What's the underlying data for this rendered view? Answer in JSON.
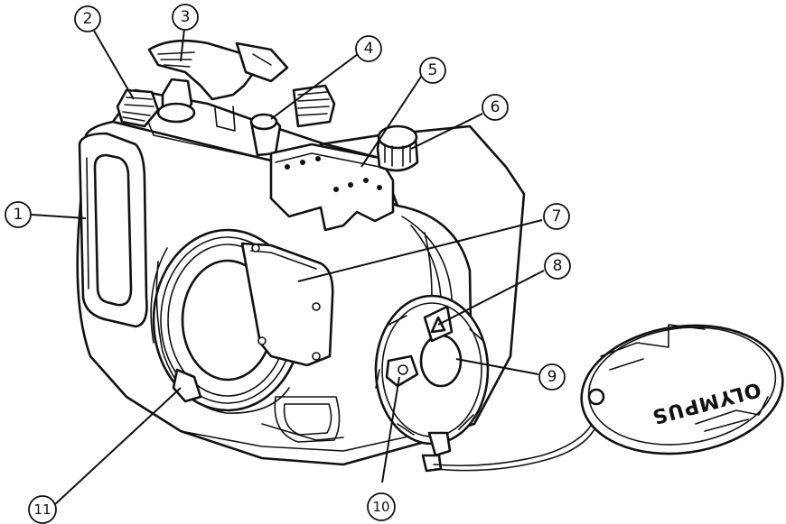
{
  "callouts": [
    {
      "label": "1"
    },
    {
      "label": "2"
    },
    {
      "label": "3"
    },
    {
      "label": "4"
    },
    {
      "label": "5"
    },
    {
      "label": "6"
    },
    {
      "label": "7"
    },
    {
      "label": "8"
    },
    {
      "label": "9"
    },
    {
      "label": "10"
    },
    {
      "label": "11"
    }
  ],
  "lens_cap": {
    "logo_text": "OLYMPUS"
  }
}
